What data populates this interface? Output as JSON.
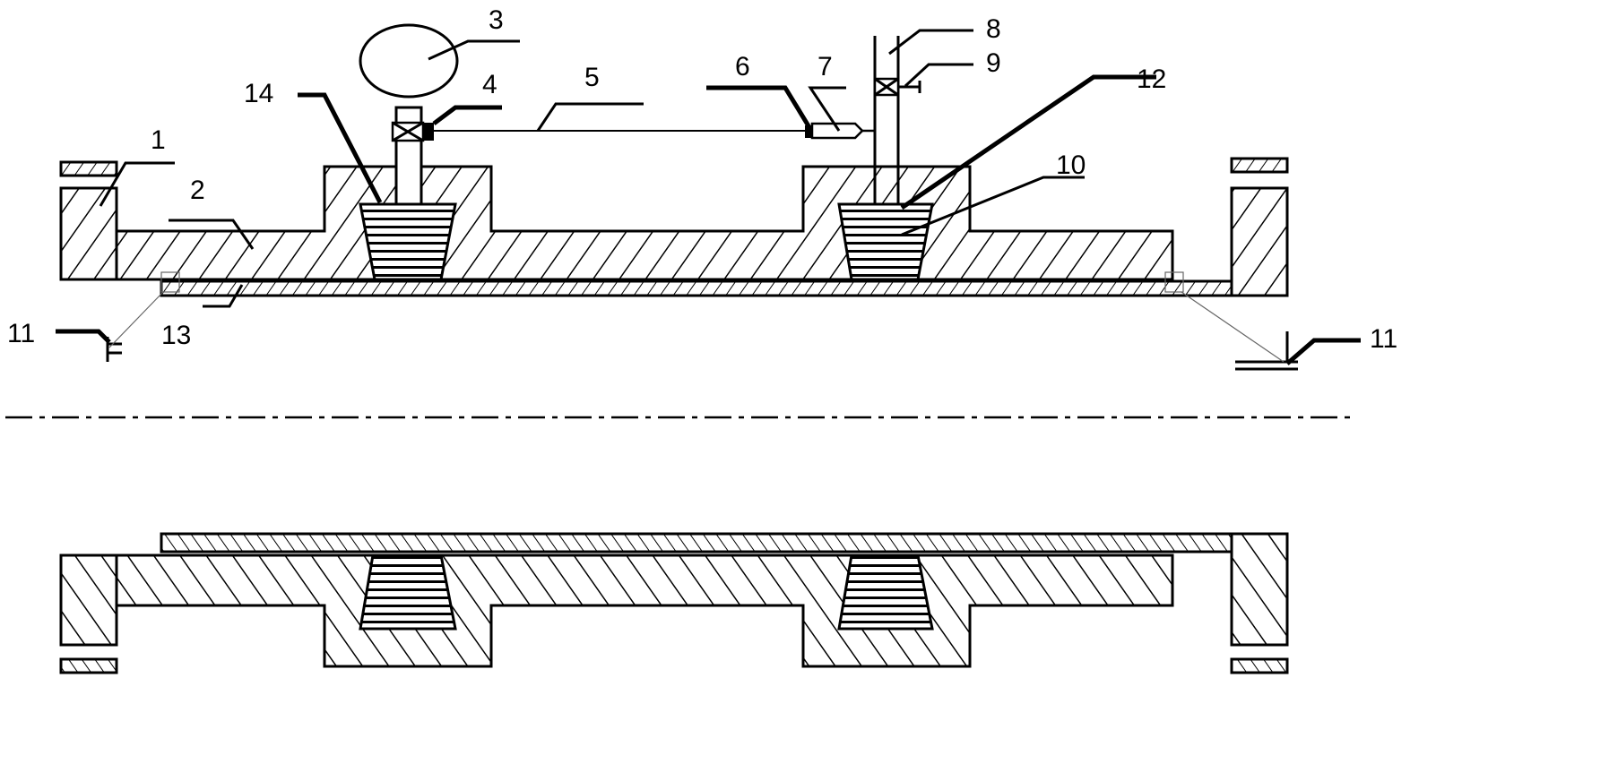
{
  "figure": {
    "labels": [
      {
        "id": "l1",
        "text": "1"
      },
      {
        "id": "l2",
        "text": "2"
      },
      {
        "id": "l3",
        "text": "3"
      },
      {
        "id": "l4",
        "text": "4"
      },
      {
        "id": "l5",
        "text": "5"
      },
      {
        "id": "l6",
        "text": "6"
      },
      {
        "id": "l7",
        "text": "7"
      },
      {
        "id": "l8",
        "text": "8"
      },
      {
        "id": "l9",
        "text": "9"
      },
      {
        "id": "l10",
        "text": "10"
      },
      {
        "id": "l11a",
        "text": "11"
      },
      {
        "id": "l11b",
        "text": "11"
      },
      {
        "id": "l12",
        "text": "12"
      },
      {
        "id": "l13",
        "text": "13"
      },
      {
        "id": "l14",
        "text": "14"
      }
    ]
  }
}
